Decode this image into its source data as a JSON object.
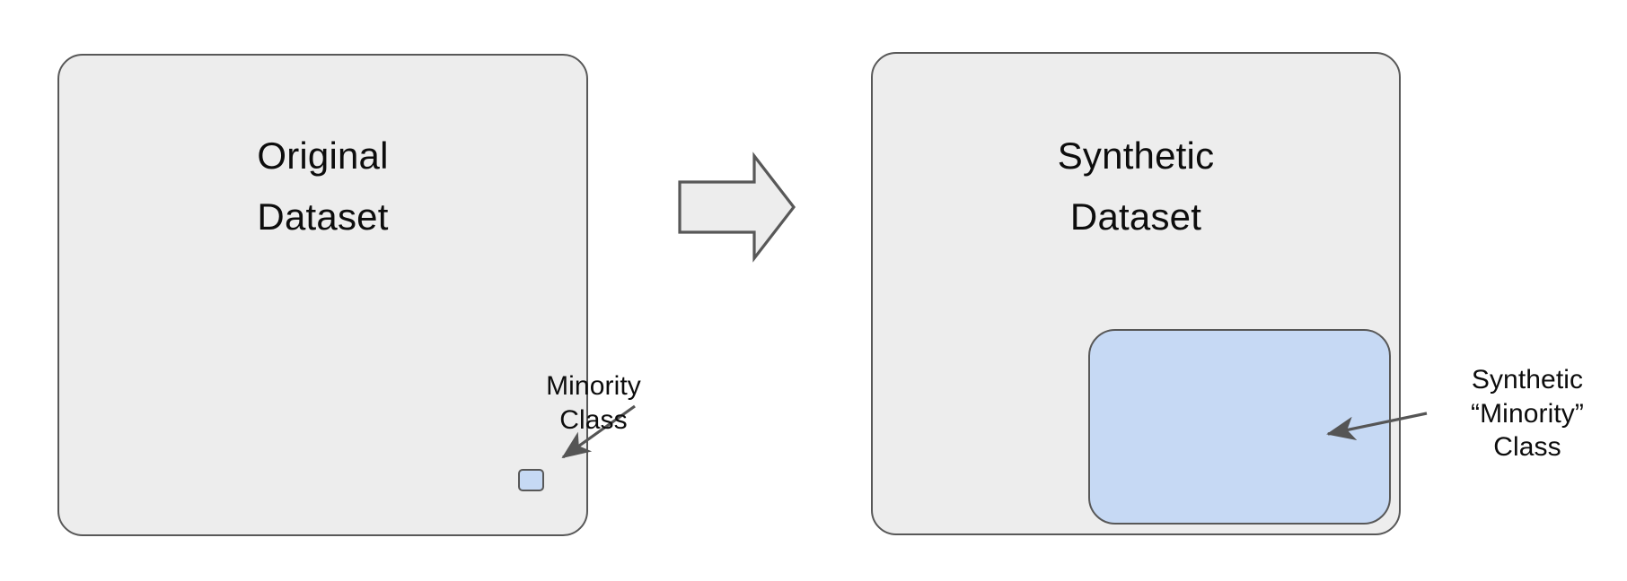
{
  "diagram": {
    "title": "Synthetic minority class oversampling diagram",
    "background_color": "#ffffff",
    "panel_fill": "#ededed",
    "panel_stroke": "#585858",
    "minority_fill": "#c6d9f4",
    "annotation_color": "#0d0d0d",
    "arrow_color": "#555555"
  },
  "panels": {
    "original": {
      "title": "Original\nDataset",
      "title_line_1": "Original",
      "title_line_2": "Dataset"
    },
    "synthetic": {
      "title": "Synthetic\nDataset",
      "title_line_1": "Synthetic",
      "title_line_2": "Dataset"
    }
  },
  "flow_arrow": {
    "name": "right-block-arrow",
    "direction": "right",
    "from": "Original Dataset",
    "to": "Synthetic Dataset"
  },
  "annotations": {
    "minority": {
      "text": "Minority\nClass",
      "line_1": "Minority",
      "line_2": "Class",
      "points_to": "minority-class-swatch"
    },
    "synthetic_minority": {
      "text": "Synthetic\n“Minority”\nClass",
      "line_1": "Synthetic",
      "line_2": "“Minority”",
      "line_3": "Class",
      "points_to": "synthetic-minority-class-block"
    }
  }
}
